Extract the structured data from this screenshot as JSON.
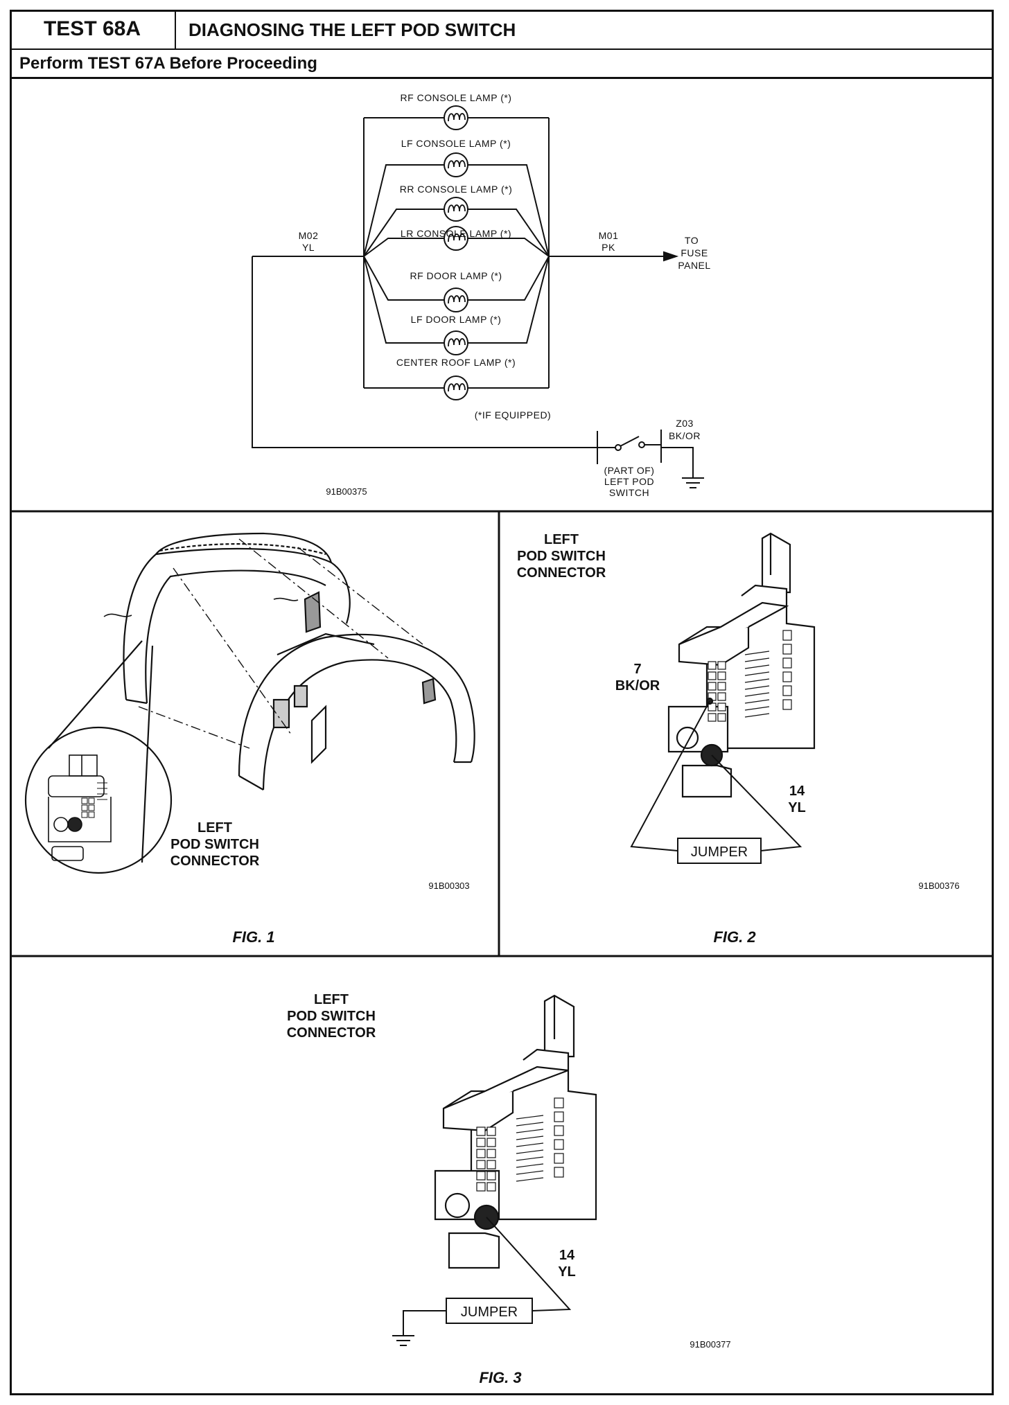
{
  "header": {
    "test_id": "TEST 68A",
    "title": "DIAGNOSING THE LEFT POD SWITCH",
    "subtitle": "Perform TEST 67A Before Proceeding"
  },
  "schematic": {
    "lamps": [
      "RF CONSOLE LAMP (*)",
      "LF CONSOLE LAMP (*)",
      "RR CONSOLE LAMP (*)",
      "LR CONSOLE LAMP (*)",
      "RF DOOR LAMP (*)",
      "LF DOOR LAMP (*)",
      "CENTER ROOF LAMP (*)"
    ],
    "wire_left": {
      "circuit": "M02",
      "color": "YL"
    },
    "wire_right": {
      "circuit": "M01",
      "color": "PK"
    },
    "to_label": [
      "TO",
      "FUSE",
      "PANEL"
    ],
    "footnote": "(*IF EQUIPPED)",
    "ground_wire": {
      "circuit": "Z03",
      "color": "BK/OR"
    },
    "switch_label": [
      "(PART OF)",
      "LEFT POD",
      "SWITCH"
    ],
    "code": "91B00375"
  },
  "fig1": {
    "label": [
      "LEFT",
      "POD SWITCH",
      "CONNECTOR"
    ],
    "code": "91B00303",
    "caption": "FIG. 1"
  },
  "fig2": {
    "label": [
      "LEFT",
      "POD SWITCH",
      "CONNECTOR"
    ],
    "pin_a": {
      "number": "7",
      "color": "BK/OR"
    },
    "pin_b": {
      "number": "14",
      "color": "YL"
    },
    "jumper": "JUMPER",
    "code": "91B00376",
    "caption": "FIG. 2"
  },
  "fig3": {
    "label": [
      "LEFT",
      "POD SWITCH",
      "CONNECTOR"
    ],
    "pin": {
      "number": "14",
      "color": "YL"
    },
    "jumper": "JUMPER",
    "code": "91B00377",
    "caption": "FIG. 3"
  }
}
